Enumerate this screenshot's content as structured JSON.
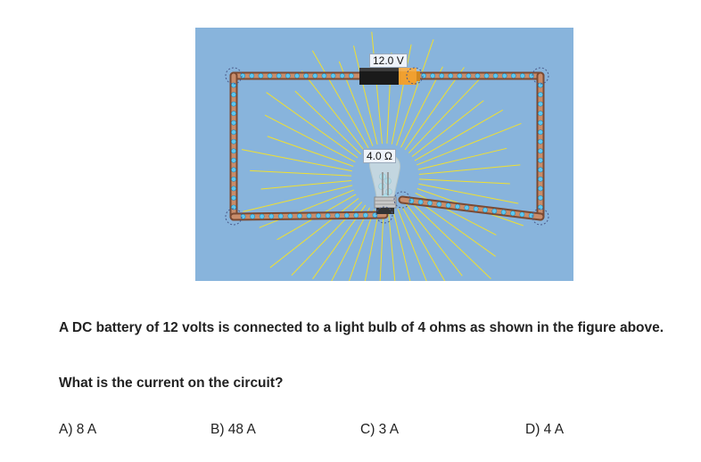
{
  "circuit": {
    "battery_label": "12.0 V",
    "resistor_label": "4.0 Ω"
  },
  "question": {
    "prompt": "A DC battery of 12 volts is connected to a light bulb of 4 ohms as shown in the figure above.",
    "ask": "What is the current on the circuit?"
  },
  "choices": [
    {
      "letter": "A)",
      "text": "8 A",
      "full": "A) 8 A"
    },
    {
      "letter": "B)",
      "text": "48 A",
      "full": "B) 48 A"
    },
    {
      "letter": "C)",
      "text": "3 A",
      "full": "C) 3 A"
    },
    {
      "letter": "D)",
      "text": "4 A",
      "full": "D) 4 A"
    }
  ],
  "colors": {
    "background": "#88b4dc",
    "wire": "#b87a5a",
    "electron": "#5ec8f0",
    "light_ray": "#f0e030",
    "battery_negative": "#1a1a1a",
    "battery_positive": "#f0a030"
  }
}
